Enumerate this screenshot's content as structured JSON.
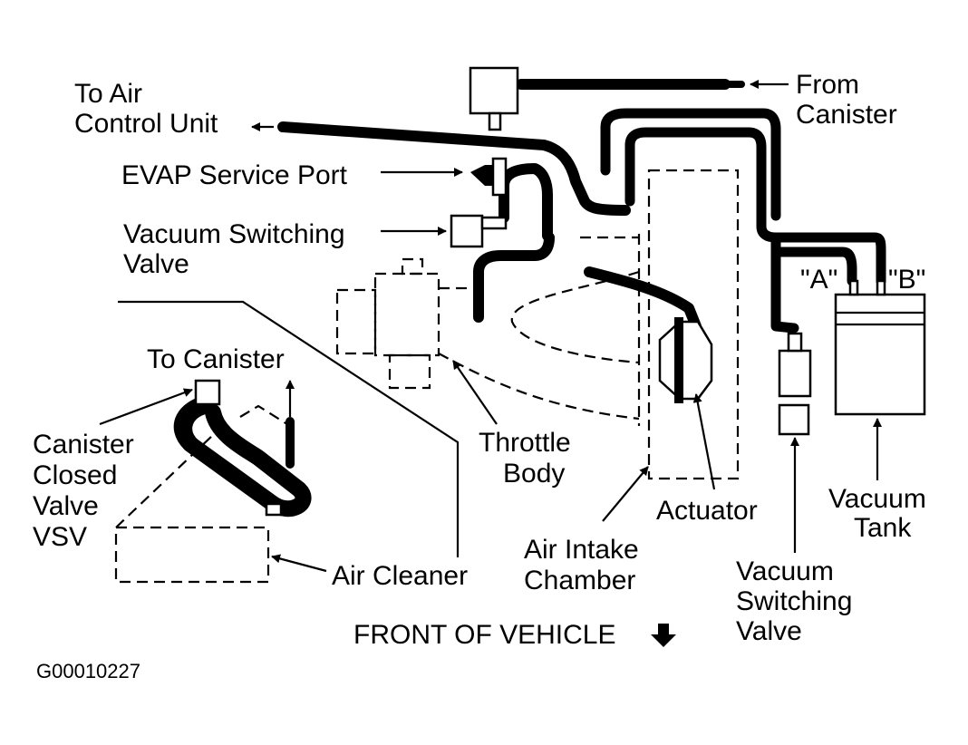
{
  "labels": {
    "to_air_control_unit_1": "To Air",
    "to_air_control_unit_2": "Control Unit",
    "from_canister_1": "From",
    "from_canister_2": "Canister",
    "evap_service_port": "EVAP Service Port",
    "vsv_upper_1": "Vacuum Switching",
    "vsv_upper_2": "Valve",
    "port_a": "\"A\"",
    "port_b": "\"B\"",
    "to_canister": "To Canister",
    "canister_closed_valve_1": "Canister",
    "canister_closed_valve_2": "Closed",
    "canister_closed_valve_3": "Valve",
    "canister_closed_valve_4": "VSV",
    "throttle_body_1": "Throttle",
    "throttle_body_2": "Body",
    "actuator": "Actuator",
    "vacuum_tank_1": "Vacuum",
    "vacuum_tank_2": "Tank",
    "air_intake_chamber_1": "Air Intake",
    "air_intake_chamber_2": "Chamber",
    "air_cleaner": "Air Cleaner",
    "vsv_lower_1": "Vacuum",
    "vsv_lower_2": "Switching",
    "vsv_lower_3": "Valve",
    "front_of_vehicle": "FRONT OF VEHICLE",
    "figure_code": "G00010227"
  }
}
